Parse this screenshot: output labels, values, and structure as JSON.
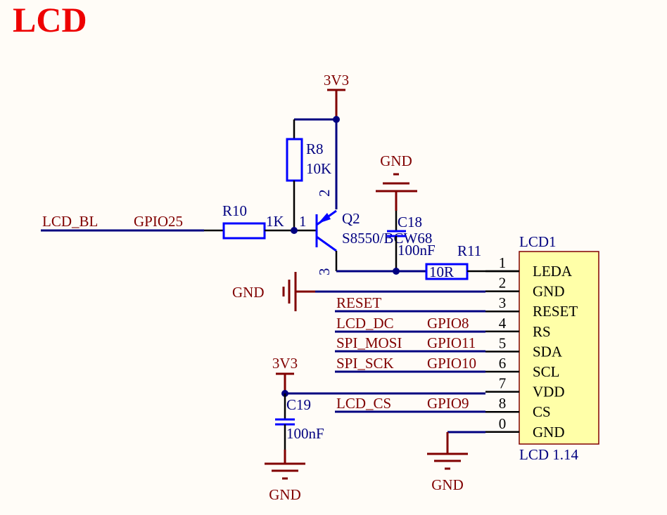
{
  "title": "LCD",
  "power": {
    "vcc_top": "3V3",
    "vcc_bottom": "3V3",
    "gnd_c18": "GND",
    "gnd_left": "GND",
    "gnd_c19": "GND",
    "gnd_lcd": "GND"
  },
  "components": {
    "r8": {
      "ref": "R8",
      "value": "10K"
    },
    "r10": {
      "ref": "R10",
      "value": "1K"
    },
    "r11": {
      "ref": "R11",
      "value": "10R"
    },
    "c18": {
      "ref": "C18",
      "value": "100nF"
    },
    "c19": {
      "ref": "C19",
      "value": "100nF"
    },
    "q2": {
      "ref": "Q2",
      "value": "S8550/BCW68",
      "pin_base": "1",
      "pin_emitter": "2",
      "pin_collector": "3"
    }
  },
  "nets": {
    "lcd_bl": "LCD_BL",
    "lcd_bl_gpio": "GPIO25",
    "reset": "RESET",
    "lcd_dc": "LCD_DC",
    "lcd_dc_gpio": "GPIO8",
    "spi_mosi": "SPI_MOSI",
    "spi_mosi_gpio": "GPIO11",
    "spi_sck": "SPI_SCK",
    "spi_sck_gpio": "GPIO10",
    "lcd_cs": "LCD_CS",
    "lcd_cs_gpio": "GPIO9"
  },
  "lcd": {
    "ref": "LCD1",
    "part": "LCD 1.14",
    "pins": [
      {
        "num": "1",
        "name": "LEDA"
      },
      {
        "num": "2",
        "name": "GND"
      },
      {
        "num": "3",
        "name": "RESET"
      },
      {
        "num": "4",
        "name": "RS"
      },
      {
        "num": "5",
        "name": "SDA"
      },
      {
        "num": "6",
        "name": "SCL"
      },
      {
        "num": "7",
        "name": "VDD"
      },
      {
        "num": "8",
        "name": "CS"
      },
      {
        "num": "0",
        "name": "GND"
      }
    ]
  }
}
